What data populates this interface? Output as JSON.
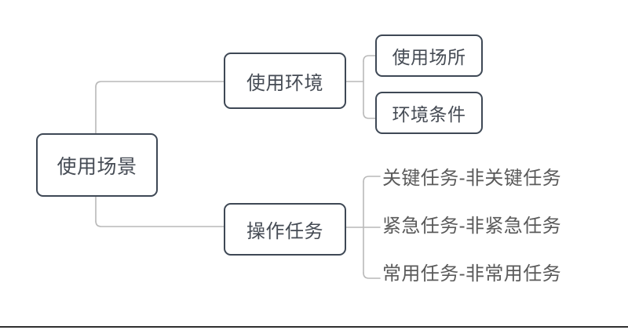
{
  "diagram": {
    "type": "mind-map",
    "orientation": "left-to-right",
    "root": {
      "label": "使用场景"
    },
    "branches": [
      {
        "id": "use-environment",
        "label": "使用环境",
        "children": [
          {
            "id": "use-place",
            "label": "使用场所",
            "style": "box"
          },
          {
            "id": "environment-condition",
            "label": "环境条件",
            "style": "box"
          }
        ]
      },
      {
        "id": "operation-task",
        "label": "操作任务",
        "children": [
          {
            "id": "key-task",
            "label": "关键任务-非关键任务",
            "style": "text"
          },
          {
            "id": "urgent-task",
            "label": "紧急任务-非紧急任务",
            "style": "text"
          },
          {
            "id": "frequent-task",
            "label": "常用任务-非常用任务",
            "style": "text"
          }
        ]
      }
    ]
  },
  "colors": {
    "node_border": "#3e4855",
    "node_text": "#454b54",
    "leaf_text": "#5a5a5a",
    "connector": "#b9b9b9",
    "background": "#ffffff",
    "bottom_rule": "#2f2f2f"
  }
}
